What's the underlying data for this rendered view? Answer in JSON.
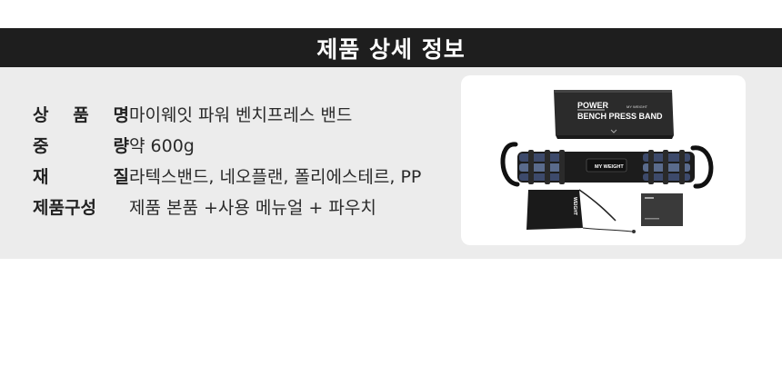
{
  "header": {
    "title": "제품 상세 정보"
  },
  "specs": [
    {
      "label": "상품명",
      "value": "마이웨잇 파워 벤치프레스 밴드"
    },
    {
      "label": "중량",
      "value": "약 600g"
    },
    {
      "label": "재질",
      "value": "라텍스밴드, 네오플랜, 폴리에스테르, PP"
    },
    {
      "label": "제품구성",
      "value": "제품 본품 +사용 메뉴얼 + 파우치"
    }
  ],
  "product_box": {
    "line1": "POWER",
    "line2": "BENCH PRESS BAND",
    "brand": "MY WEIGHT"
  },
  "pouch_text": "WEIGHT",
  "strap_brand": "MY WEIGHT",
  "colors": {
    "header_bg": "#1e1e1e",
    "panel_bg": "#ececec"
  }
}
